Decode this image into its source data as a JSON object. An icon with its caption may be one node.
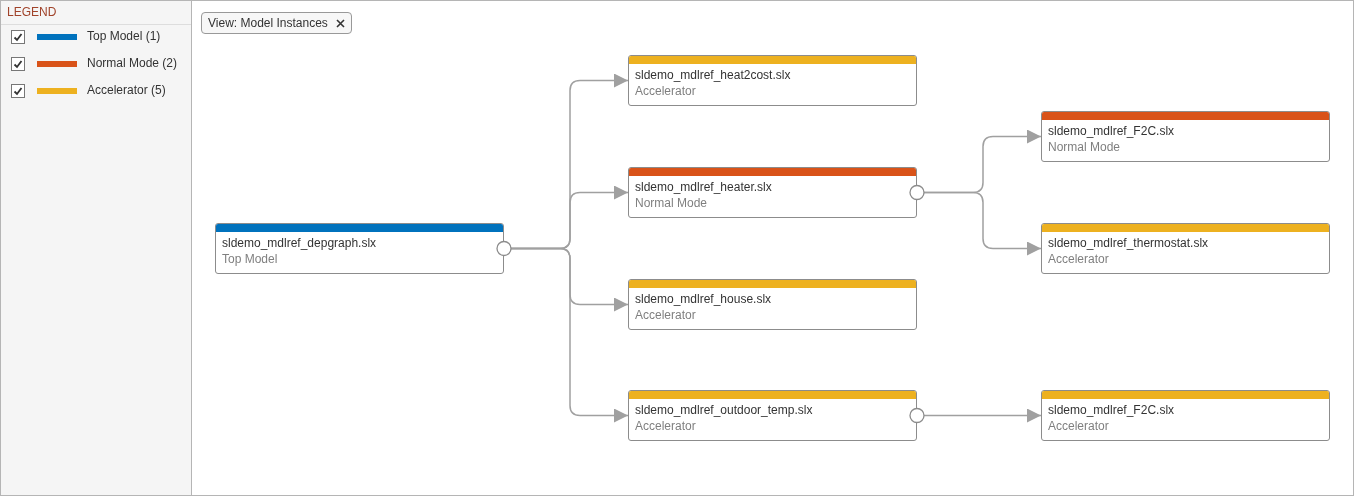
{
  "diagram": {
    "nodes": [
      {
        "text": [
          "sldemo_mdlref_depgraph.slx",
          "Top Model"
        ]
      },
      {
        "text": [
          "sldemo_mdlref_heat2cost.slx",
          "Accelerator"
        ]
      },
      {
        "text": [
          "sldemo_mdlref_heater.slx",
          "Normal Mode"
        ]
      },
      {
        "text": [
          "sldemo_mdlref_house.slx",
          "Accelerator"
        ]
      },
      {
        "text": [
          "sldemo_mdlref_outdoor_temp.slx",
          "Accelerator"
        ]
      },
      {
        "text": [
          "sldemo_mdlref_F2C.slx",
          "Normal Mode"
        ]
      },
      {
        "text": [
          "sldemo_mdlref_thermostat.slx",
          "Accelerator"
        ]
      },
      {
        "text": [
          "sldemo_mdlref_F2C.slx",
          "Accelerator"
        ]
      }
    ],
    "edges": [
      {
        "from": 0,
        "to": 1,
        "arrow": "to"
      },
      {
        "from": 0,
        "to": 2,
        "arrow": "to"
      },
      {
        "from": 0,
        "to": 3,
        "arrow": "to"
      },
      {
        "from": 0,
        "to": 4,
        "arrow": "to"
      },
      {
        "from": 2,
        "to": 5,
        "arrow": "to"
      },
      {
        "from": 2,
        "to": 6,
        "arrow": "to"
      },
      {
        "from": 4,
        "to": 7,
        "arrow": "to"
      }
    ],
    "labels": [
      "LEGEND",
      "View: Model Instances"
    ],
    "legend": [
      {
        "text": "Top Model (1)",
        "color": "#0072bd"
      },
      {
        "text": "Normal Mode (2)",
        "color": "#d95319"
      },
      {
        "text": "Accelerator (5)",
        "color": "#edb120"
      }
    ]
  }
}
